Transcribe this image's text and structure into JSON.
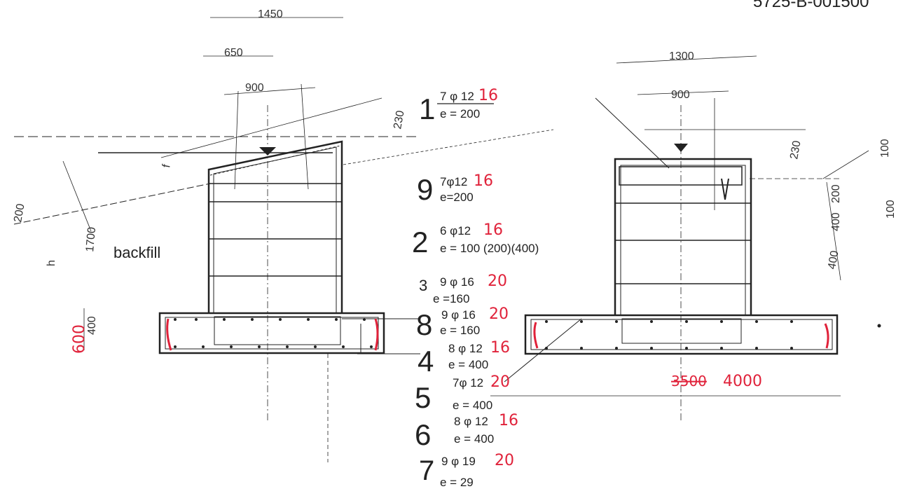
{
  "header_ref": "5725-B-001500",
  "dims": {
    "d1450": "1450",
    "d650": "650",
    "d900_left": "900",
    "d230_left": "230",
    "d200": "200",
    "d1700": "1700",
    "h": "h",
    "f": "f",
    "d400_left": "400",
    "d1300": "1300",
    "d900_right": "900",
    "d230_right": "230",
    "d100_right": "100",
    "d100_lower": "100",
    "d200_right": "200",
    "d400_right": "400",
    "d400_right2": "400"
  },
  "labels": {
    "backfill": "backfill"
  },
  "annotations": {
    "foot_depth": "600",
    "width_old": "3500",
    "width_new": "4000"
  },
  "rebar": [
    {
      "num": "1",
      "spec": "7 φ 12",
      "new": "16",
      "spacing": "e = 200"
    },
    {
      "num": "9",
      "spec": "7φ12",
      "new": "16",
      "spacing": "e=200"
    },
    {
      "num": "2",
      "spec": "6 φ12",
      "new": "16",
      "spacing": "e = 100 (200)(400)"
    },
    {
      "num": "3",
      "spec": "9 φ 16",
      "new": "20",
      "spacing": "e =160"
    },
    {
      "num": "8",
      "spec": "9 φ 16",
      "new": "20",
      "spacing": "e = 160"
    },
    {
      "num": "4",
      "spec": "8 φ 12",
      "new": "16",
      "spacing": "e = 400"
    },
    {
      "num": "5",
      "spec": "7φ 12",
      "new": "20",
      "spacing": "e = 400"
    },
    {
      "num": "6",
      "spec": "8 φ 12",
      "new": "16",
      "spacing": "e = 400"
    },
    {
      "num": "7",
      "spec": "9 φ 19",
      "new": "20",
      "spacing": "e = 29"
    }
  ]
}
